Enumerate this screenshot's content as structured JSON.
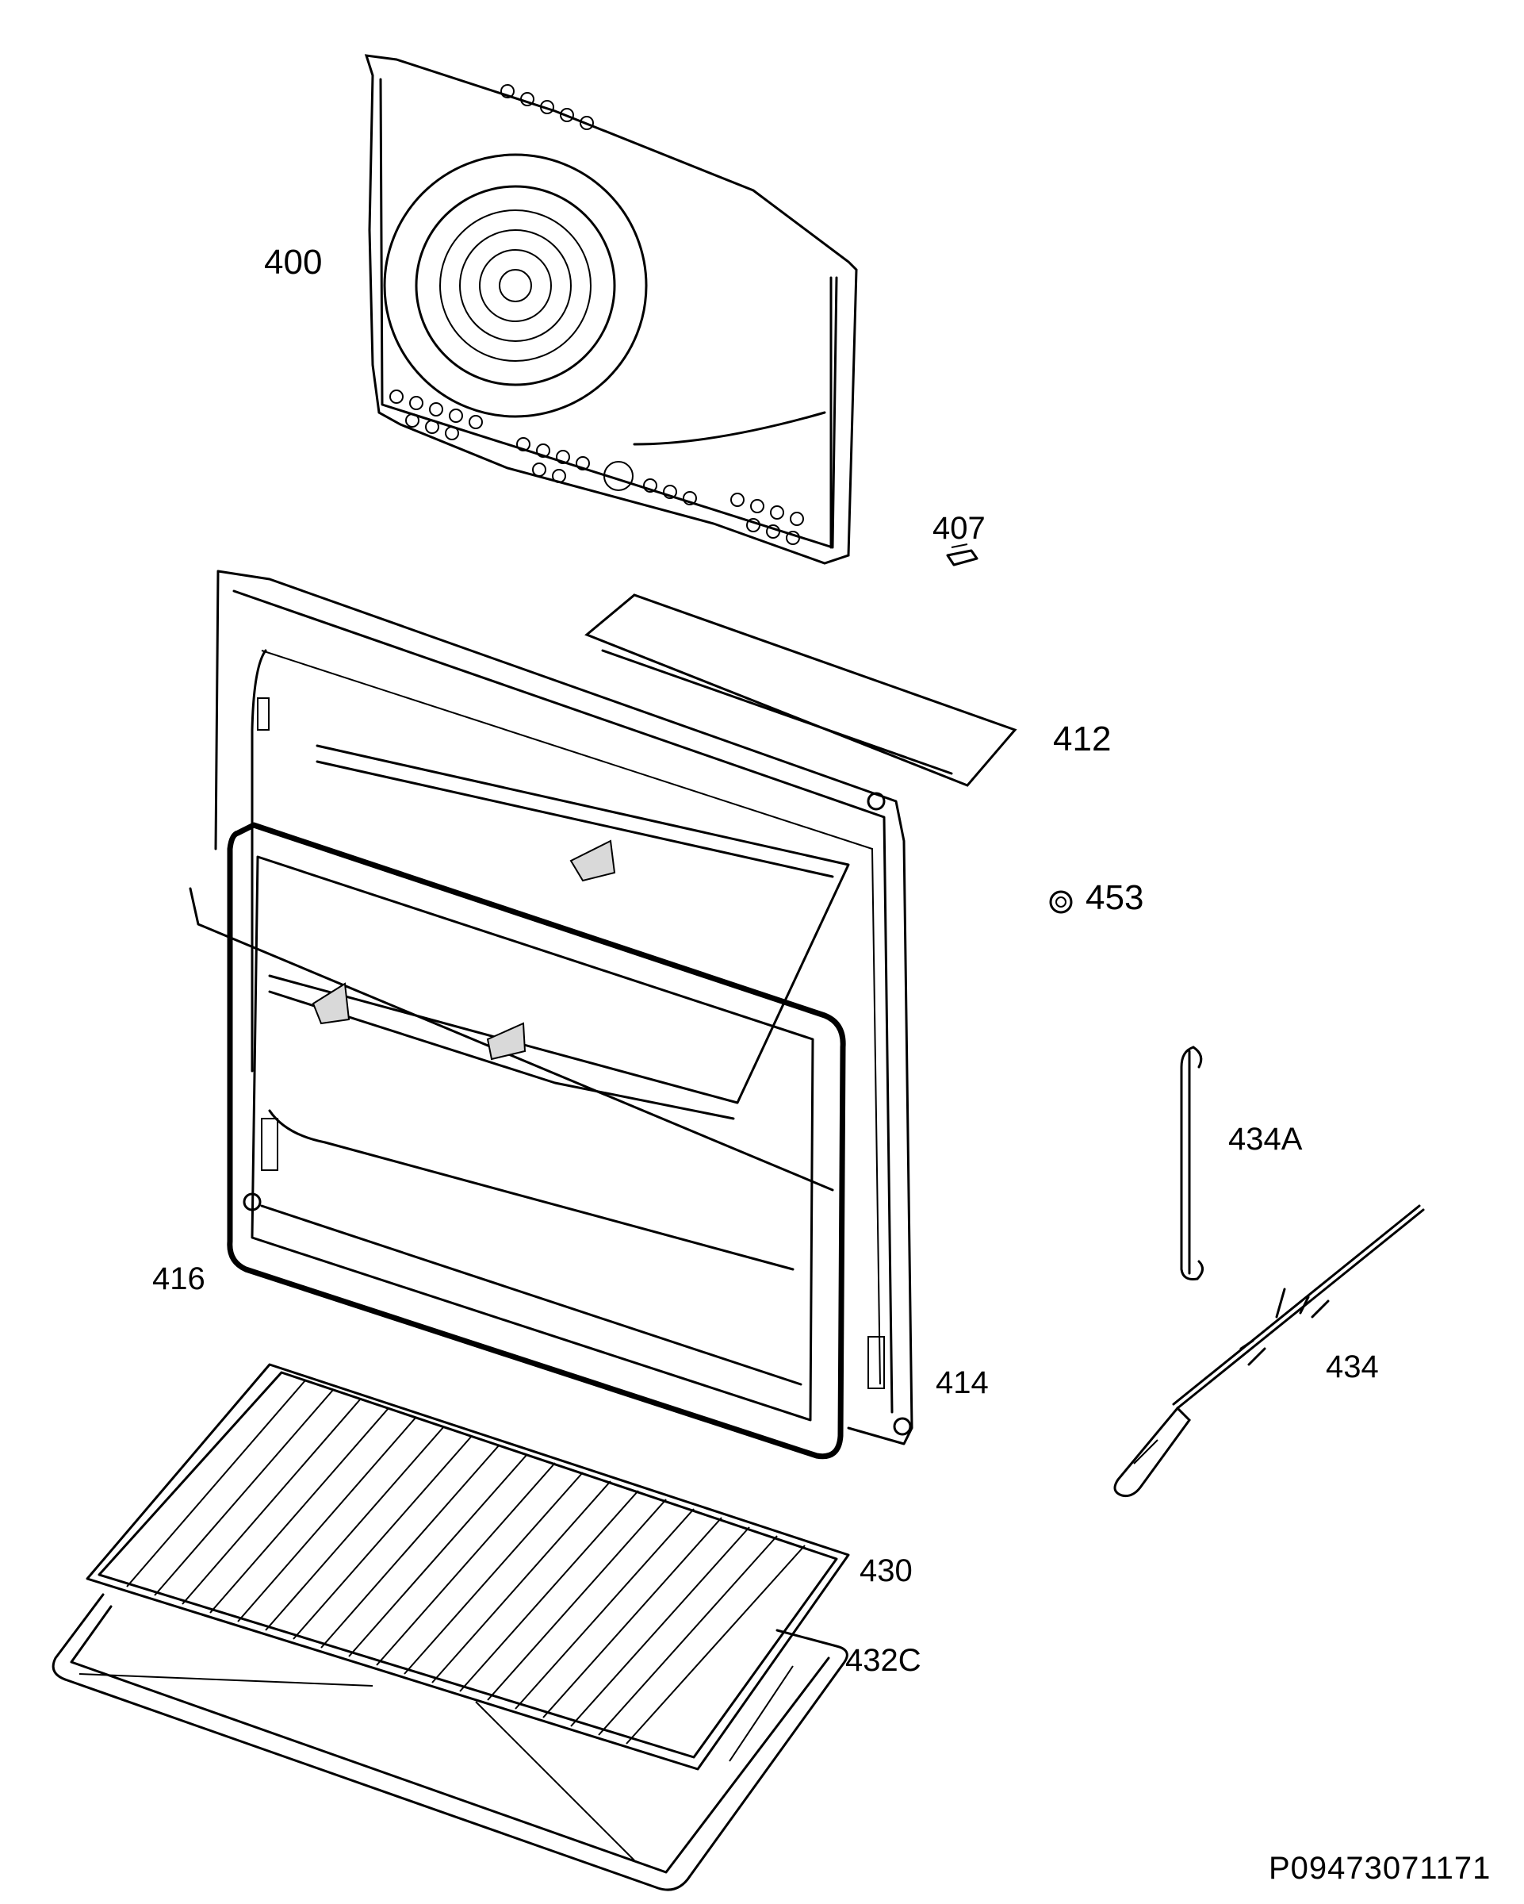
{
  "diagram": {
    "labels": {
      "p400": "400",
      "p407": "407",
      "p412": "412",
      "p453": "453",
      "p434A": "434A",
      "p416": "416",
      "p434": "434",
      "p414": "414",
      "p430": "430",
      "p432C": "432C"
    },
    "document_code": "P09473071171"
  }
}
